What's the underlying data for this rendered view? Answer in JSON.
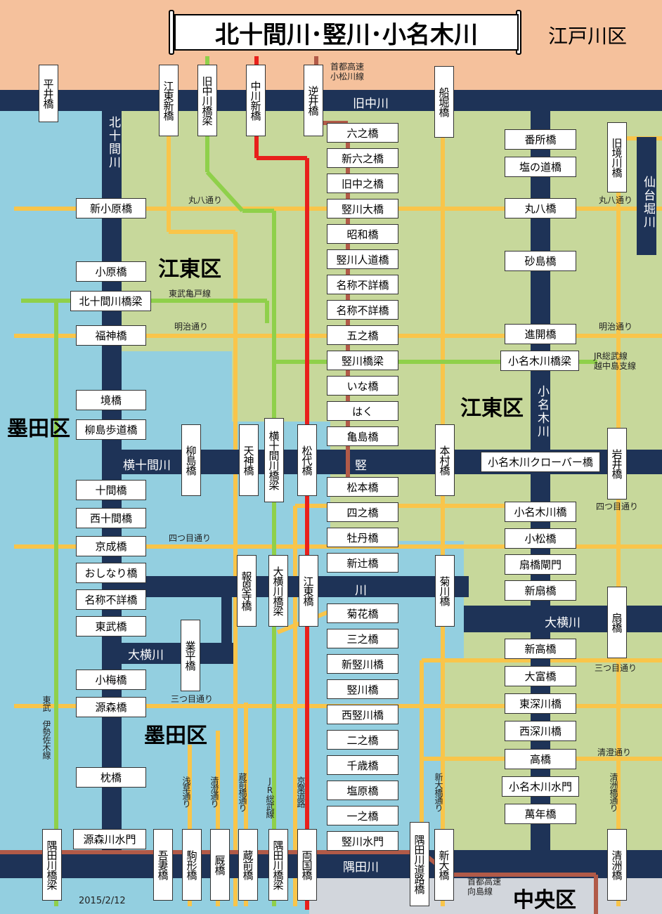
{
  "title": "北十間川･竪川･小名木川",
  "ward_top_right": "江戸川区",
  "date": "2015/2/12",
  "colors": {
    "river": "#1e3357",
    "water": "#93cfe0",
    "koto_land": "#c7d89b",
    "edogawa": "#f5c19c",
    "chuo": "#d2d6dc",
    "road": "#f9c54a",
    "rail": "#8fd04a",
    "red_line": "#e8201b",
    "expressway": "#b15a48"
  },
  "wards": {
    "koto_left": "江東区",
    "koto_right": "江東区",
    "sumida_left": "墨田区",
    "sumida_bottom": "墨田区",
    "chuo": "中央区"
  },
  "rivers": {
    "kitajukkengawa": "北十間川",
    "kyunakagawa": "旧中川",
    "sendaiborigawa": "仙台堀川",
    "yokojukkengawa": "横十間川",
    "tate_1": "竪",
    "tate_2": "川",
    "onagigawa": "小名木川",
    "oyokogawa_left": "大横川",
    "oyokogawa_right": "大横川",
    "sumidagawa": "隅田川"
  },
  "roads": {
    "shuto_komatsugawa": "首都高速\n小松川線",
    "maruhachi_left": "丸八通り",
    "maruhachi_right": "丸八通り",
    "tobu_kameido": "東武亀戸線",
    "meiji_left": "明治通り",
    "meiji_right": "明治通り",
    "jr_etchujima": "JR総武線\n越中島支線",
    "yotsume_left": "四つ目通り",
    "yotsume_right": "四つ目通り",
    "mitsume_left": "三つ目通り",
    "mitsume_right": "三つ目通り",
    "tobu_isesaki": "東武\n伊勢佐木線",
    "kiyosumi": "清澄通り",
    "asakusa_dori": "浅草通り",
    "kiyosumi_dori_v": "清澄通り",
    "kuramaebashi_dori": "蔵前橋通り",
    "jr_sobu": "JR総武線",
    "keiyo": "京葉道路",
    "shinohashi_dori": "新大橋通り",
    "kiyosubashi_dori": "清洲橋通り",
    "shuto_mukojima": "首都高速\n向島線"
  },
  "bridges": {
    "hiraibashi": "平井橋",
    "kotoshinbashi": "江東新橋",
    "kyunakagawa_kyoryo": "旧中川橋梁",
    "nakagawa_shinbashi": "中川新橋",
    "sakaibashi": "逆井橋",
    "funaboribashi": "船堀橋",
    "kyusakaigawabashi": "旧境川橋",
    "rokunohashi": "六之橋",
    "shinrokunohashi": "新六之橋",
    "kyunakanohashi": "旧中之橋",
    "tatekawaohashi": "竪川大橋",
    "showabashi": "昭和橋",
    "tatekawa_jindo": "竪川人道橋",
    "meisho_fusho_1": "名称不詳橋",
    "meisho_fusho_2": "名称不詳橋",
    "gonohashi": "五之橋",
    "tatekawa_kyoryo": "竪川橋梁",
    "inabashi": "いな橋",
    "hakubashi": "はく",
    "kameshimabashi": "亀島橋",
    "matsumotobashi": "松本橋",
    "yonnohashi": "四之橋",
    "botanbashi": "牡丹橋",
    "shintsujibashi": "新辻橋",
    "kikuhanabashi": "菊花橋",
    "sannohashi": "三之橋",
    "shintatekawabashi": "新竪川橋",
    "tatekawabashi": "竪川橋",
    "nishitatekawabashi": "西竪川橋",
    "ninohashi": "二之橋",
    "chitosebashi": "千歳橋",
    "shiobarabashi": "塩原橋",
    "ichinohashi": "一之橋",
    "tatekawa_suimon": "竪川水門",
    "shinkoharabashi": "新小原橋",
    "koharabashi": "小原橋",
    "kitajukkengawa_kyoryo": "北十間川橋梁",
    "fukujinbashi": "福神橋",
    "sakaibashi2": "境橋",
    "yanagishima_hodo": "柳島歩道橋",
    "jukkenbashi": "十間橋",
    "nishijukkenbashi": "西十間橋",
    "keiseibashi": "京成橋",
    "oshinaribashi": "おしなり橋",
    "meisho_fusho_3": "名称不詳橋",
    "tobubashi": "東武橋",
    "koumebashi": "小梅橋",
    "genmoribashi": "源森橋",
    "makurabashi": "枕橋",
    "genmorigawa_suimon": "源森川水門",
    "bansho": "番所橋",
    "shionomichi": "塩の道橋",
    "maruhachibashi": "丸八橋",
    "sunamurabashi": "砂島橋",
    "shinkaibashi": "進開橋",
    "onagigawa_kyoryo": "小名木川橋梁",
    "onagigawa_clover": "小名木川クローバー橋",
    "onagigawabashi": "小名木川橋",
    "komatsubashi": "小松橋",
    "ogikomon": "扇橋閘門",
    "shinogibashi": "新扇橋",
    "shintakabashi": "新高橋",
    "otomibashi": "大富橋",
    "higashifukagawabashi": "東深川橋",
    "nishifukagawabashi": "西深川橋",
    "takabashi": "高橋",
    "onagigawa_suimon": "小名木川水門",
    "mannenbashi": "萬年橋",
    "yanagishimabashi": "柳島橋",
    "tenjinbashi": "天神橋",
    "yokojukkengawa_kyoryo": "横十間川橋梁",
    "matsuyobashi": "松代橋",
    "motomurabashi": "本村橋",
    "iwaibashi": "岩井橋",
    "hoonjibashi": "報恩寺橋",
    "oyokogawa_kyoryo": "大横川橋梁",
    "kotobashi": "江東橋",
    "kikukawabashi": "菊川橋",
    "ogibashi": "扇橋",
    "narihirabashi": "業平橋",
    "sumidagawa_kyoryo_l": "隅田川橋梁",
    "azumabashi": "吾妻橋",
    "komagatabashi": "駒形橋",
    "umayabashi": "厩橋",
    "kuramaebashi": "蔵前橋",
    "sumidagawa_kyoryo_r": "隅田川橋梁",
    "ryogokubashi": "両国橋",
    "sumidagawa_doro": "隅田川道路橋",
    "shinohashi": "新大橋",
    "kiyosubashi": "清洲橋"
  }
}
